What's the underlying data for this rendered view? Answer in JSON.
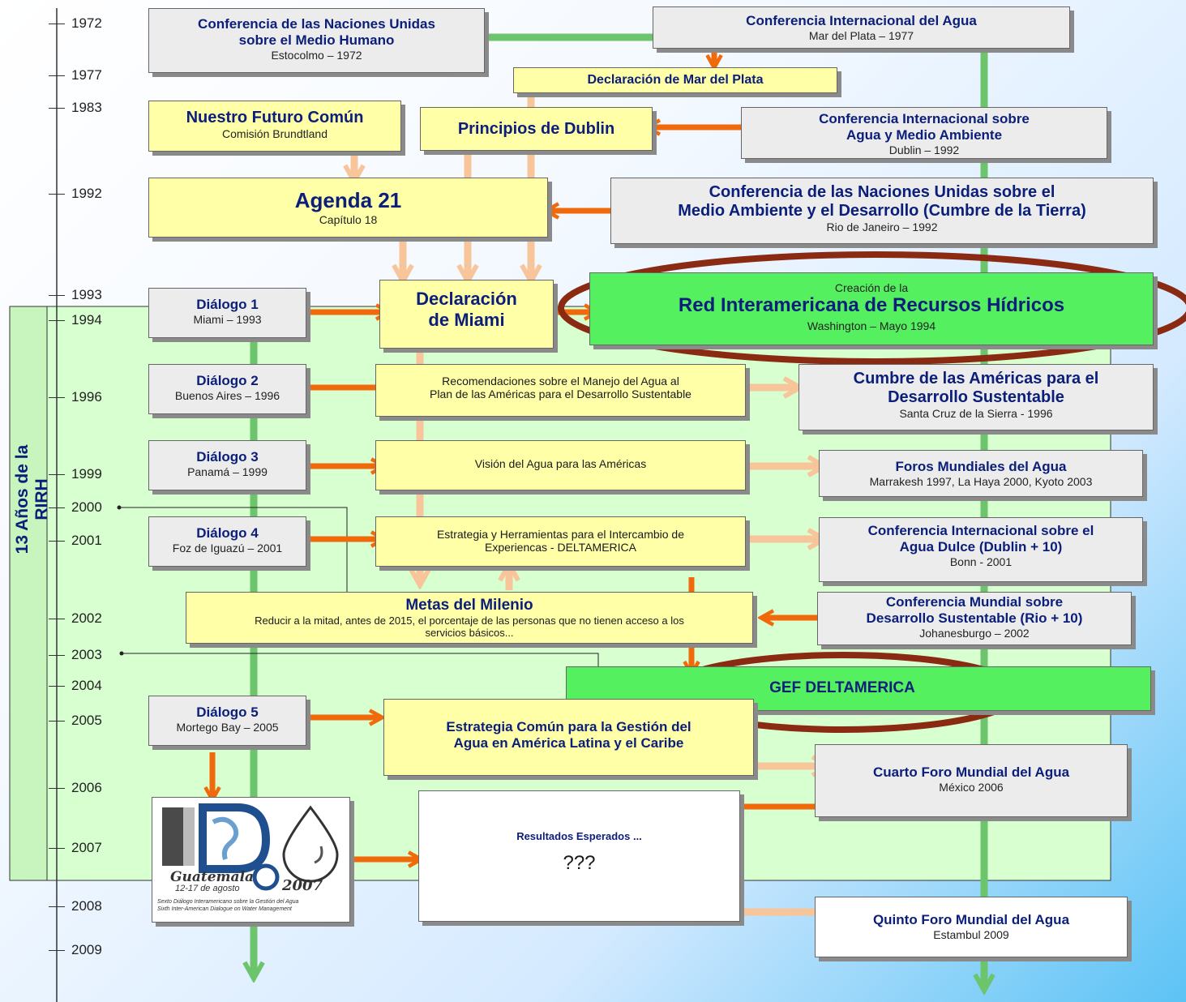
{
  "sidebar_label": "13 Años de la RIRH",
  "timeline_years": [
    "1972",
    "1977",
    "1983",
    "1992",
    "1993",
    "1994",
    "1996",
    "1999",
    "2000",
    "2001",
    "2002",
    "2003",
    "2004",
    "2005",
    "2006",
    "2007",
    "2008",
    "2009"
  ],
  "boxes": {
    "conf_humano": {
      "title": "Conferencia de las Naciones Unidas sobre el Medio Humano",
      "title1": "Conferencia de las Naciones Unidas",
      "title2": "sobre el Medio Humano",
      "sub": "Estocolmo – 1972"
    },
    "conf_agua": {
      "title": "Conferencia Internacional del Agua",
      "sub": "Mar del Plata  – 1977"
    },
    "decl_mar_plata": {
      "title": "Declaración de Mar del Plata"
    },
    "nuestro_futuro": {
      "title": "Nuestro Futuro Común",
      "sub": "Comisión Brundtland"
    },
    "principios_dublin": {
      "title": "Principios de Dublin"
    },
    "conf_dublin": {
      "title1": "Conferencia Internacional sobre",
      "title2": "Agua y Medio Ambiente",
      "sub": "Dublin – 1992"
    },
    "agenda21": {
      "title": "Agenda 21",
      "sub": "Capítulo 18"
    },
    "cumbre_tierra": {
      "title1": "Conferencia de las Naciones Unidas sobre el",
      "title2": "Medio Ambiente y el Desarrollo (Cumbre de la Tierra)",
      "sub": "Rio de Janeiro – 1992"
    },
    "dialogo1": {
      "title": "Diálogo 1",
      "sub": "Miami – 1993"
    },
    "decl_miami": {
      "title1": "Declaración",
      "title2": "de Miami"
    },
    "red": {
      "pre": "Creación de la",
      "title": "Red Interamericana de Recursos Hídricos",
      "sub": "Washington – Mayo 1994"
    },
    "dialogo2": {
      "title": "Diálogo 2",
      "sub": "Buenos Aires – 1996"
    },
    "recomendaciones": {
      "line1": "Recomendaciones sobre el Manejo del Agua al",
      "line2": "Plan de las Américas para el Desarrollo Sustentable"
    },
    "cumbre_americas": {
      "title1": "Cumbre de las Américas para el",
      "title2": "Desarrollo Sustentable",
      "sub": "Santa Cruz de la Sierra - 1996"
    },
    "dialogo3": {
      "title": "Diálogo 3",
      "sub": "Panamá – 1999"
    },
    "vision": {
      "line1": "Visión del Agua para las Américas"
    },
    "foros": {
      "title": "Foros Mundiales del Agua",
      "sub": "Marrakesh 1997, La Haya 2000, Kyoto 2003"
    },
    "dialogo4": {
      "title": "Diálogo 4",
      "sub": "Foz de Iguazú – 2001"
    },
    "estrategia_herr": {
      "line1": "Estrategia y Herramientas para el Intercambio de",
      "line2": "Experiencas - DELTAMERICA"
    },
    "conf_bonn": {
      "title1": "Conferencia Internacional sobre el",
      "title2": "Agua Dulce (Dublin + 10)",
      "sub": "Bonn - 2001"
    },
    "metas": {
      "title": "Metas del Milenio",
      "line1": "Reducir  a la mitad, antes de 2015, el porcentaje de las personas que no tienen acceso a los",
      "line2": "servicios básicos..."
    },
    "conf_joh": {
      "title1": "Conferencia Mundial sobre",
      "title2": "Desarrollo Sustentable (Rio + 10)",
      "sub": "Johanesburgo  – 2002"
    },
    "gef": {
      "title": "GEF DELTAMERICA"
    },
    "dialogo5": {
      "title": "Diálogo 5",
      "sub": "Mortego Bay – 2005"
    },
    "estrategia_comun": {
      "title1": "Estrategia Común para la Gestión del",
      "title2": "Agua en América Latina y el Caribe"
    },
    "cuarto_foro": {
      "title": "Cuarto Foro Mundial del Agua",
      "sub": "México 2006"
    },
    "logo": {
      "city": "Guatemala",
      "dates": "12-17 de agosto",
      "year": "2007",
      "line1": "Sexto Diálogo Interamericano sobre la Gestión del Agua",
      "line2": "Sixth Inter-American Dialogue on Water Management"
    },
    "resultados": {
      "title": "Resultados Esperados ...",
      "mark": "???"
    },
    "quinto_foro": {
      "title": "Quinto Foro Mundial del Agua",
      "sub": "Estambul 2009"
    }
  },
  "colors": {
    "orange": "#f06a0c",
    "light_orange": "#f8c49a",
    "green_line": "#6cc56c",
    "navy": "#0a1e7a",
    "ellipse": "#8b2a12"
  }
}
